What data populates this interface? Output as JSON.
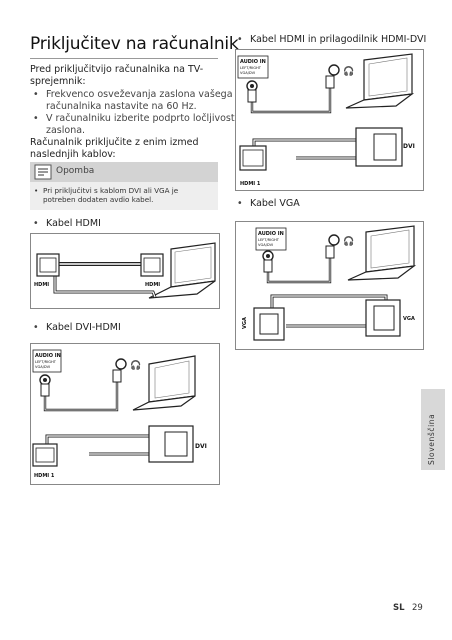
{
  "title": "Priključitev na računalnik",
  "intro": [
    "Pred priključitvijo računalnika na TV-",
    "sprejemnik:"
  ],
  "bullets": [
    [
      "Frekvenco osveževanja zaslona vašega",
      "računalnika nastavite na 60 Hz."
    ],
    [
      "V računalniku izberite podprto ločljivost",
      "zaslona."
    ]
  ],
  "connect_text": [
    "Računalnik priključite z enim izmed",
    "naslednjih kablov:"
  ],
  "note": {
    "label": "Opomba",
    "text": [
      "Pri priključitvi s kablom DVI ali VGA je",
      "potreben dodaten avdio kabel."
    ]
  },
  "sections": {
    "hdmi": "Kabel HDMI",
    "dvi_hdmi": "Kabel DVI-HDMI",
    "hdmi_dvi": "Kabel HDMI in prilagodilnik HDMI-DVI",
    "vga": "Kabel VGA"
  },
  "diagram_labels": {
    "hdmi": "HDMI",
    "hdmi1": "HDMI 1",
    "dvi": "DVI",
    "vga": "VGA",
    "audio_in": "AUDIO IN",
    "audio_sub": "LEFT/RIGHT",
    "audio_sub2": "VGA/DVI"
  },
  "side_tab": "Slovenščina",
  "footer": {
    "lang": "SL",
    "page": "29"
  },
  "bullet_glyph": "•"
}
